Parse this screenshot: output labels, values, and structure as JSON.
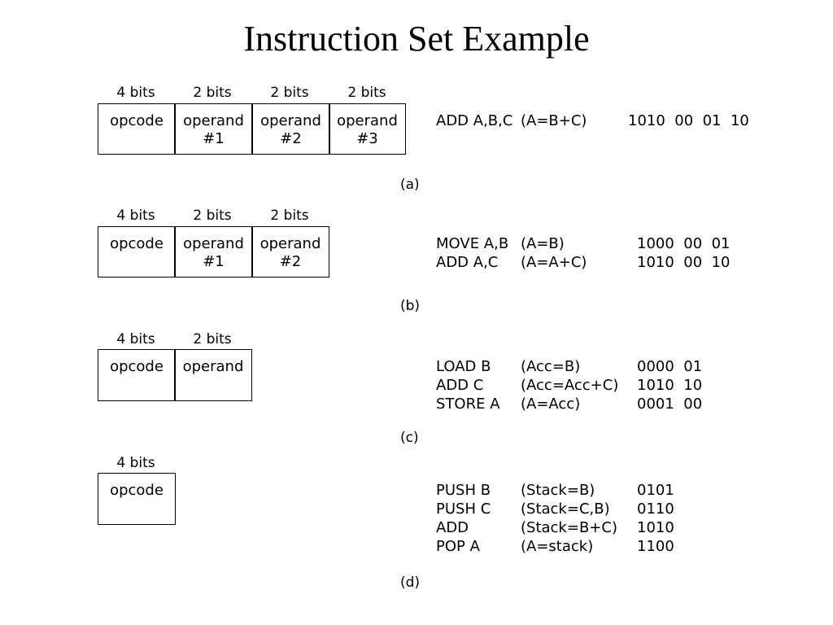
{
  "title": "Instruction Set Example",
  "panels": [
    {
      "label": "(a)",
      "fields": [
        {
          "bits": "4 bits",
          "line1": "opcode",
          "line2": ""
        },
        {
          "bits": "2 bits",
          "line1": "operand",
          "line2": "#1"
        },
        {
          "bits": "2 bits",
          "line1": "operand",
          "line2": "#2"
        },
        {
          "bits": "2 bits",
          "line1": "operand",
          "line2": "#3"
        }
      ],
      "rows": [
        {
          "instruction": "ADD A,B,C",
          "effect": "(A=B+C)",
          "binary": "1010  00  01  10"
        }
      ]
    },
    {
      "label": "(b)",
      "fields": [
        {
          "bits": "4 bits",
          "line1": "opcode",
          "line2": ""
        },
        {
          "bits": "2 bits",
          "line1": "operand",
          "line2": "#1"
        },
        {
          "bits": "2 bits",
          "line1": "operand",
          "line2": "#2"
        }
      ],
      "rows": [
        {
          "instruction": "MOVE A,B",
          "effect": "(A=B)",
          "binary": "1000  00  01"
        },
        {
          "instruction": "ADD A,C",
          "effect": "(A=A+C)",
          "binary": "1010  00  10"
        }
      ]
    },
    {
      "label": "(c)",
      "fields": [
        {
          "bits": "4 bits",
          "line1": "opcode",
          "line2": ""
        },
        {
          "bits": "2 bits",
          "line1": "operand",
          "line2": ""
        }
      ],
      "rows": [
        {
          "instruction": "LOAD B",
          "effect": "(Acc=B)",
          "binary": "0000  01"
        },
        {
          "instruction": "ADD C",
          "effect": "(Acc=Acc+C)",
          "binary": "1010  10"
        },
        {
          "instruction": "STORE A",
          "effect": "(A=Acc)",
          "binary": "0001  00"
        }
      ]
    },
    {
      "label": "(d)",
      "fields": [
        {
          "bits": "4 bits",
          "line1": "opcode",
          "line2": ""
        }
      ],
      "rows": [
        {
          "instruction": "PUSH B",
          "effect": "(Stack=B)",
          "binary": "0101"
        },
        {
          "instruction": "PUSH C",
          "effect": "(Stack=C,B)",
          "binary": "0110"
        },
        {
          "instruction": "ADD",
          "effect": "(Stack=B+C)",
          "binary": "1010"
        },
        {
          "instruction": "POP A",
          "effect": "(A=stack)",
          "binary": "1100"
        }
      ]
    }
  ]
}
